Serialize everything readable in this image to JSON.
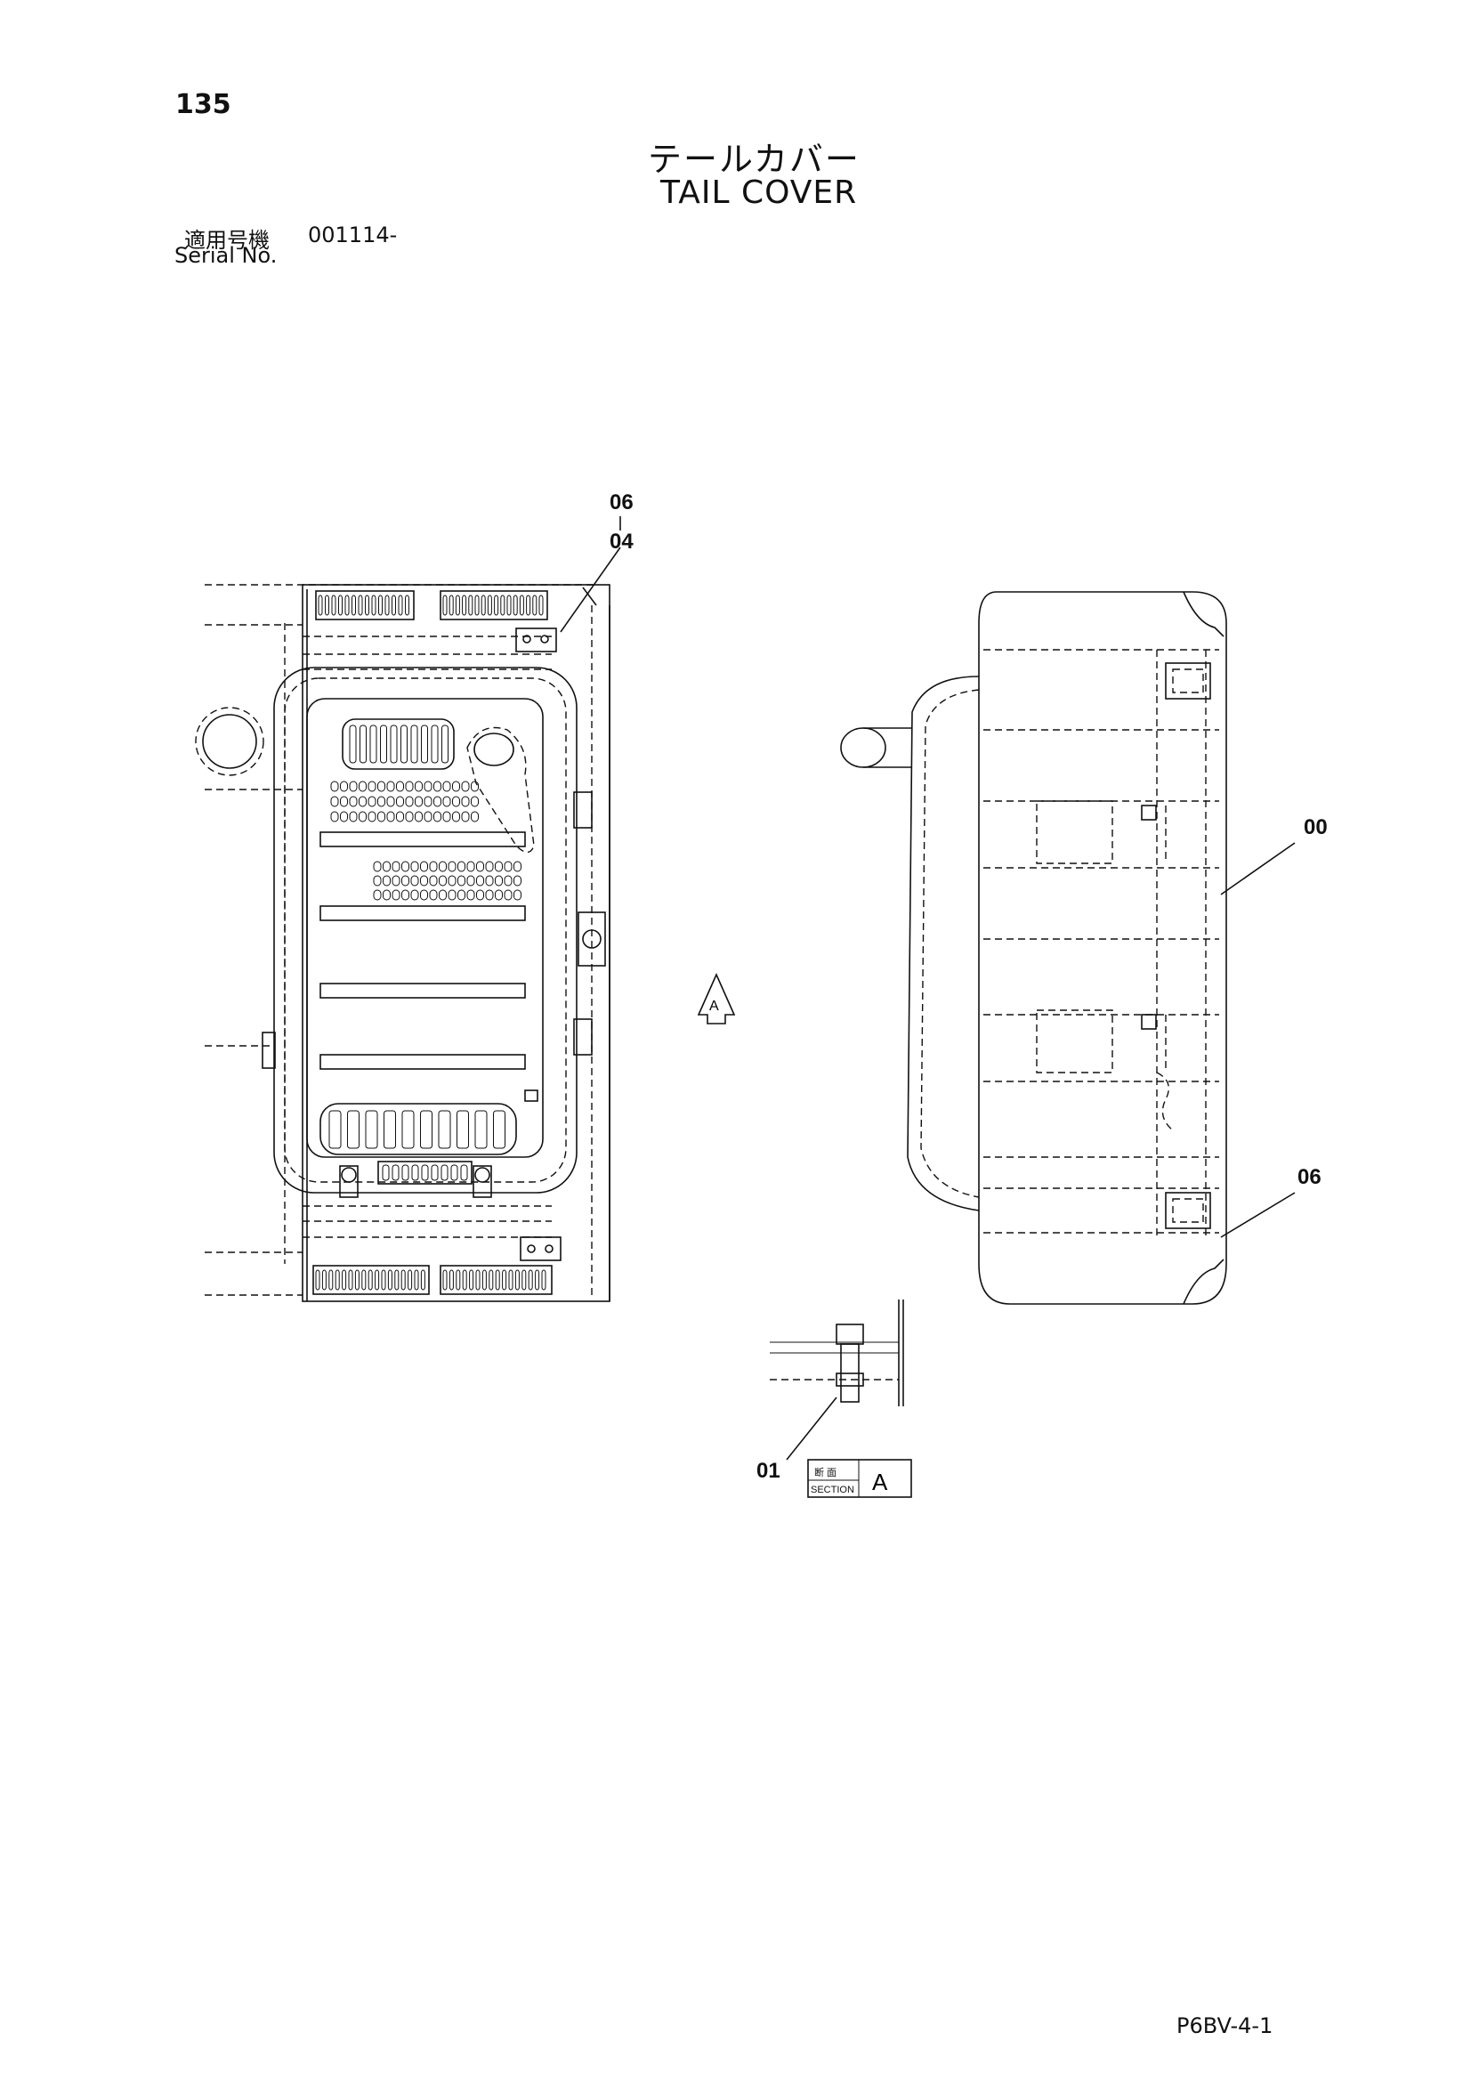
{
  "page": {
    "number": "135",
    "doc_code": "P6BV-4-1"
  },
  "title": {
    "jp": "テールカバー",
    "en": "TAIL COVER"
  },
  "serial": {
    "jp_label": "適用号機",
    "value": "001114-",
    "en_label": "Serial No."
  },
  "callouts": {
    "top_06": "06",
    "top_04": "04",
    "right_00": "00",
    "right_06": "06",
    "section_01": "01"
  },
  "view_marker": {
    "letter": "A"
  },
  "section_box": {
    "jp": "断 面",
    "en": "SECTION",
    "letter": "A"
  }
}
